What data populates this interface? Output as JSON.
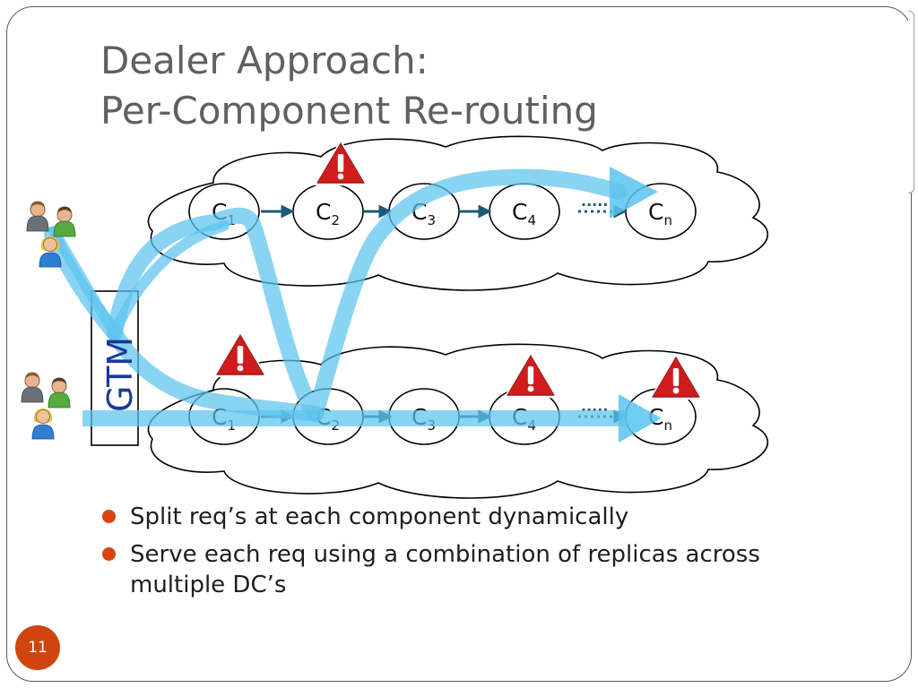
{
  "slide": {
    "title_line1": "Dealer Approach:",
    "title_line2": "Per-Component Re-routing",
    "page_number": "11"
  },
  "diagram": {
    "gtm_label": "GTM",
    "component_prefix": "C",
    "components": [
      {
        "sub": "1"
      },
      {
        "sub": "2"
      },
      {
        "sub": "3"
      },
      {
        "sub": "4"
      },
      {
        "sub": "n"
      }
    ],
    "ellipsis": "·····",
    "icons": [
      "users-icon",
      "warning-icon"
    ],
    "colors": {
      "flow": "#5bc3ef",
      "arrow": "#1d5a78",
      "warning": "#d01c1c",
      "gtm_text": "#1a3a99"
    }
  },
  "bullets": [
    "Split req’s at each component dynamically",
    "Serve each req using a combination of replicas across multiple DC’s"
  ]
}
